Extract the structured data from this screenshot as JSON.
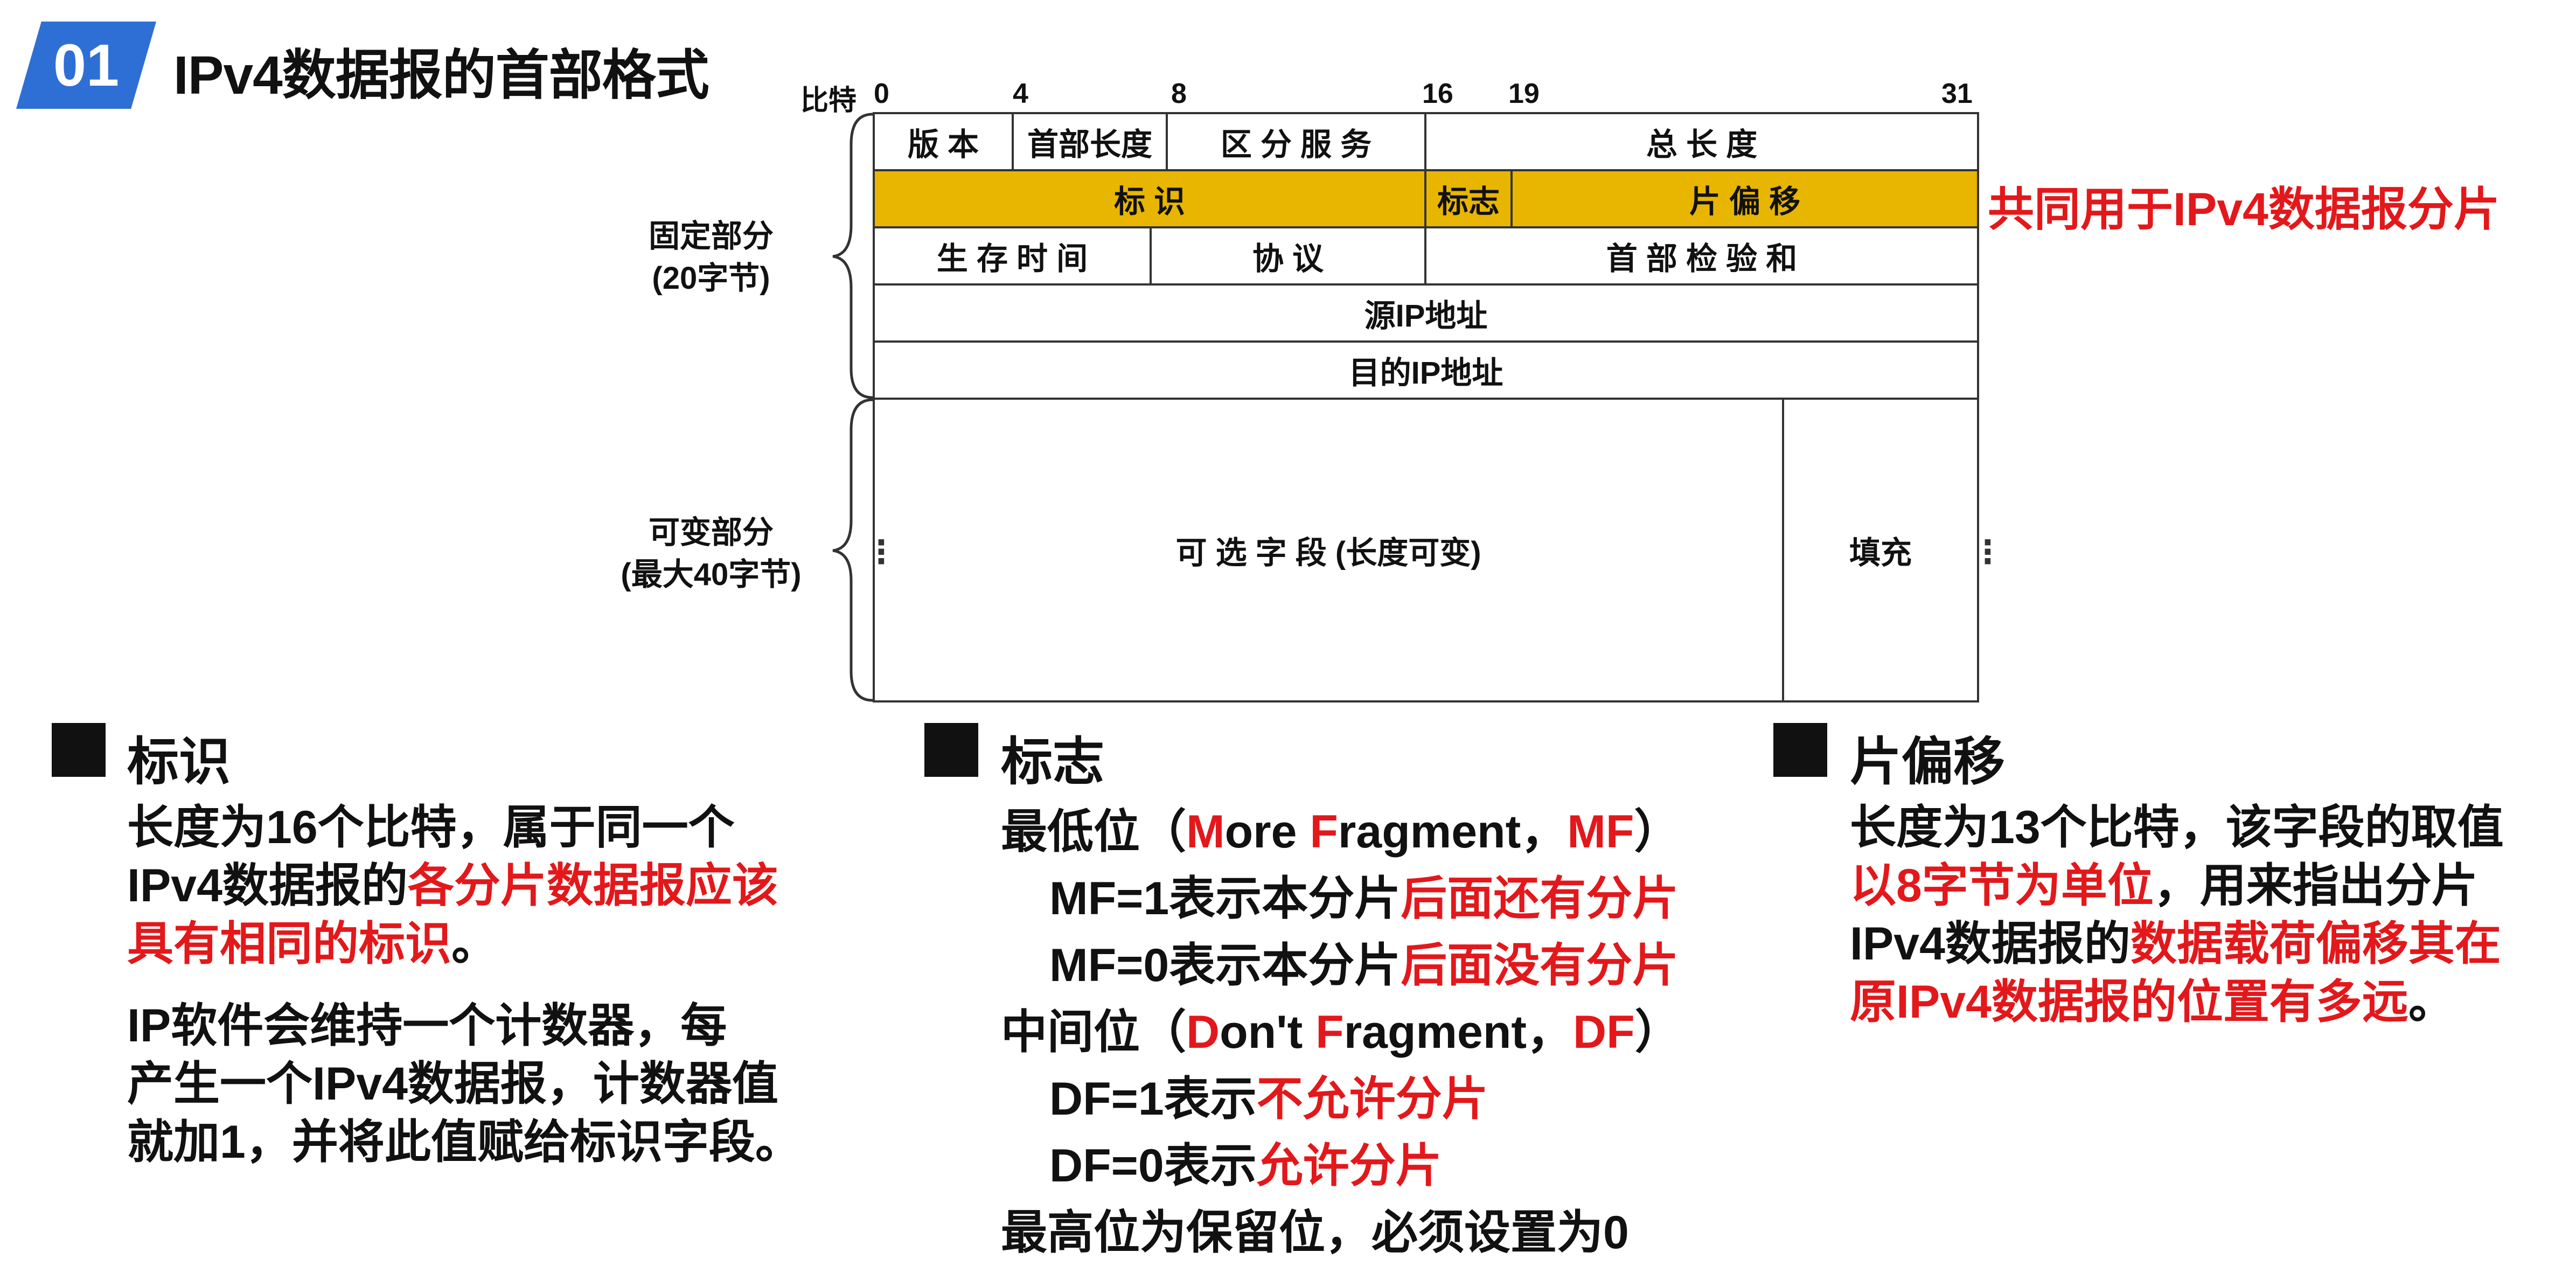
{
  "header": {
    "badge": "01",
    "title": "IPv4数据报的首部格式"
  },
  "diagram": {
    "bit_label": "比特",
    "bit_ticks": [
      "0",
      "4",
      "8",
      "16",
      "19",
      "31"
    ],
    "fixed_part": {
      "line1": "固定部分",
      "line2": "(20字节)"
    },
    "variable_part": {
      "line1": "可变部分",
      "line2": "(最大40字节)"
    },
    "fields": {
      "version": "版  本",
      "ihl": "首部长度",
      "dscp": "区 分 服 务",
      "total_length": "总 长 度",
      "identification": "标    识",
      "flags": "标志",
      "fragment_offset": "片 偏 移",
      "ttl": "生 存 时 间",
      "protocol": "协    议",
      "checksum": "首 部 检 验 和",
      "src": "源IP地址",
      "dst": "目的IP地址",
      "options": "可 选 字 段 (长度可变)",
      "padding": "填充"
    },
    "annotation": "共同用于IPv4数据报分片",
    "colors": {
      "highlight": "#e8b500",
      "accent_red": "#e3181b",
      "badge_blue": "#2e6fd6"
    }
  },
  "sections": {
    "identification": {
      "title": "标识",
      "p1_a": "长度为16个比特，属于同一个",
      "p1_b": "IPv4数据报的",
      "p1_b_red": "各分片数据报应该",
      "p1_c_red": "具有相同的标识",
      "p1_c": "。",
      "p2_a": "IP软件会维持一个计数器，每",
      "p2_b": "产生一个IPv4数据报，计数器值",
      "p2_c": "就加1，并将此值赋给标识字段。"
    },
    "flags": {
      "title": "标志",
      "l1_a": "最低位（",
      "l1_m": "M",
      "l1_b": "ore ",
      "l1_f": "F",
      "l1_c": "ragment，",
      "l1_mf": "MF",
      "l1_d": "）",
      "l2_a": "MF=1表示本分片",
      "l2_red": "后面还有分片",
      "l3_a": "MF=0表示本分片",
      "l3_red": "后面没有分片",
      "l4_a": "中间位（",
      "l4_d": "D",
      "l4_b": "on't ",
      "l4_f": "F",
      "l4_c": "ragment，",
      "l4_df": "DF",
      "l4_e": "）",
      "l5_a": "DF=1表示",
      "l5_red": "不允许分片",
      "l6_a": "DF=0表示",
      "l6_red": "允许分片",
      "l7": "最高位为保留位，必须设置为0"
    },
    "offset": {
      "title": "片偏移",
      "l1": "长度为13个比特，该字段的取值",
      "l2_red": "以8字节为单位",
      "l2": "，用来指出分片",
      "l3_a": "IPv4数据报的",
      "l3_red": "数据载荷偏移其在",
      "l4_red": "原IPv4数据报的位置有多远",
      "l4": "。"
    }
  }
}
